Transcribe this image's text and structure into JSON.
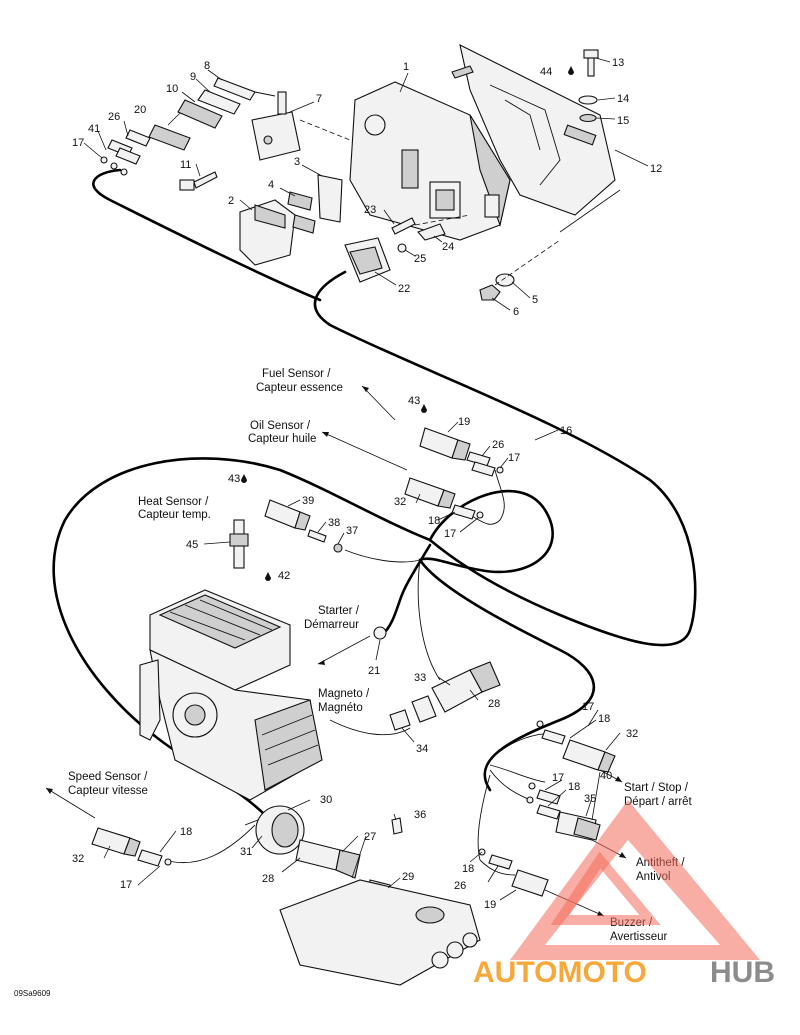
{
  "diagram": {
    "part_numbers": [
      "1",
      "2",
      "3",
      "4",
      "5",
      "6",
      "7",
      "8",
      "9",
      "10",
      "11",
      "12",
      "13",
      "14",
      "15",
      "16",
      "17",
      "17",
      "17",
      "17",
      "17",
      "17",
      "18",
      "18",
      "18",
      "18",
      "18",
      "19",
      "19",
      "20",
      "21",
      "22",
      "23",
      "24",
      "25",
      "26",
      "26",
      "26",
      "27",
      "28",
      "28",
      "29",
      "30",
      "31",
      "32",
      "32",
      "32",
      "33",
      "34",
      "35",
      "36",
      "37",
      "38",
      "39",
      "40",
      "41",
      "42",
      "43",
      "43",
      "44",
      "45"
    ],
    "labels": {
      "fuel_sensor": [
        "Fuel Sensor /",
        "Capteur essence"
      ],
      "oil_sensor": [
        "Oil Sensor /",
        "Capteur huile"
      ],
      "heat_sensor": [
        "Heat Sensor /",
        "Capteur temp."
      ],
      "starter": [
        "Starter /",
        "Démarreur"
      ],
      "magneto": [
        "Magneto /",
        "Magnéto"
      ],
      "speed_sensor": [
        "Speed Sensor /",
        "Capteur vitesse"
      ],
      "start_stop": [
        "Start / Stop /",
        "Départ / arrêt"
      ],
      "antitheft": [
        "Antitheft /",
        "Antivol"
      ],
      "buzzer": [
        "Buzzer /",
        "Avertisseur"
      ]
    },
    "drawing_code": "09Sa9609",
    "watermark": {
      "part1": "AUTOMOTO",
      "part2": "HUB",
      "color_primary": "#f7a83b",
      "color_secondary": "#8c8c8c",
      "triangle_color": "#f26b5b"
    }
  }
}
